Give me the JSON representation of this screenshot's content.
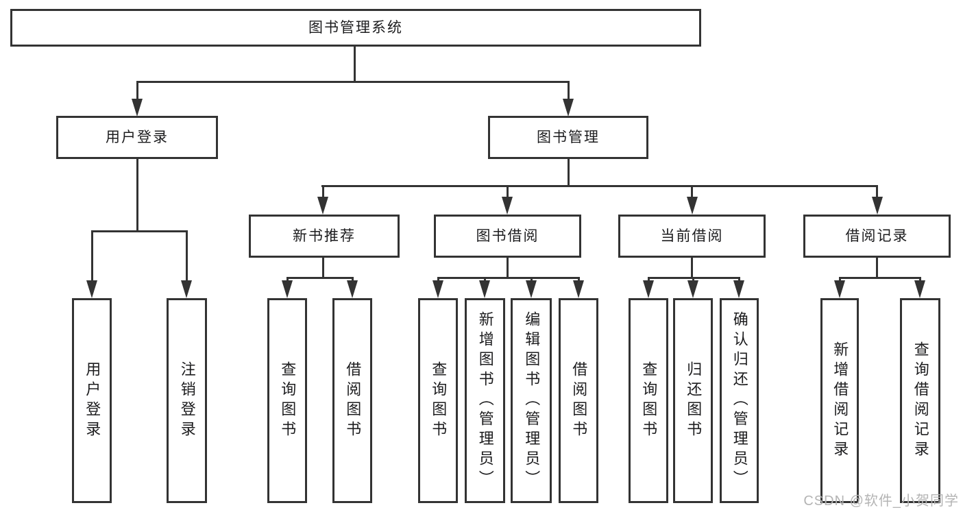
{
  "nodes": {
    "root": "图书管理系统",
    "user_login": "用户登录",
    "book_mgmt": "图书管理",
    "new_book_rec": "新书推荐",
    "book_borrow": "图书借阅",
    "current_borrow": "当前借阅",
    "borrow_records": "借阅记录",
    "leaf_user_login": "用户登录",
    "leaf_logout": "注销登录",
    "leaf_rec_query": "查询图书",
    "leaf_rec_borrow": "借阅图书",
    "leaf_bb_query": "查询图书",
    "leaf_bb_add": "新增图书（管理员）",
    "leaf_bb_edit": "编辑图书（管理员）",
    "leaf_bb_borrow": "借阅图书",
    "leaf_cb_query": "查询图书",
    "leaf_cb_return": "归还图书",
    "leaf_cb_confirm": "确认归还（管理员）",
    "leaf_br_add": "新增借阅记录",
    "leaf_br_query": "查询借阅记录"
  },
  "watermark": "CSDN @软件_小贺同学",
  "colors": {
    "line": "#333333",
    "text": "#1c1c1e",
    "watermark": "#b4b4b4",
    "background": "#ffffff"
  }
}
